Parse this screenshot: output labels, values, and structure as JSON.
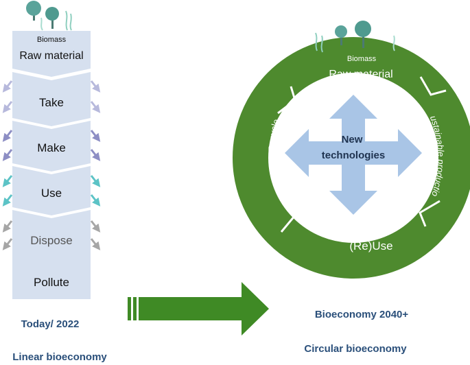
{
  "linear": {
    "top_label": "Biomass",
    "stages": [
      "Raw material",
      "Take",
      "Make",
      "Use",
      "Dispose",
      "Pollute"
    ],
    "today_label": "Today/ 2022",
    "caption": "Linear bioeconomy"
  },
  "circular": {
    "top_label": "Biomass",
    "segments": {
      "raw_material": "Raw material",
      "sustainable_production": "Sustainable production",
      "reuse": "(Re)Use",
      "recycle": "Recycle"
    },
    "center_line1": "New",
    "center_line2": "technologies",
    "year_label": "Bioeconomy 2040+",
    "caption": "Circular bioeconomy"
  },
  "colors": {
    "column_fill": "#d6e0ef",
    "ring_green": "#4e8a2e",
    "center_arrows": "#a9c5e6",
    "big_arrow": "#3f8a25",
    "caption_blue": "#2a4f7a",
    "leak_arrows": [
      "#b7b9dc",
      "#8d8ec4",
      "#5cc3c6",
      "#a6a6a6"
    ]
  }
}
